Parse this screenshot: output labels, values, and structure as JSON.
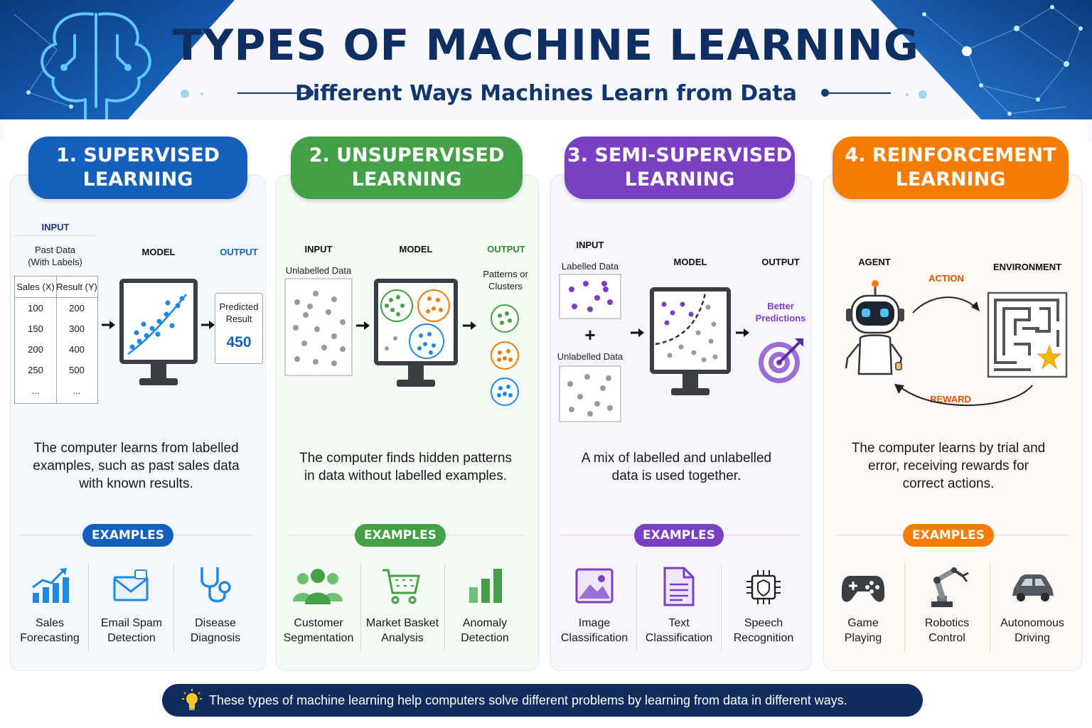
{
  "header": {
    "title": "TYPES OF MACHINE LEARNING",
    "subtitle": "Different Ways Machines Learn from Data"
  },
  "colors": {
    "navy": "#0f2f63",
    "supervised": "#1565c0",
    "unsupervised": "#43a047",
    "semi_supervised": "#7b3fc4",
    "reinforcement": "#f57c00"
  },
  "supervised": {
    "heading_line1": "1. SUPERVISED",
    "heading_line2": "LEARNING",
    "input_label": "INPUT",
    "input_caption_line1": "Past Data",
    "input_caption_line2": "(With Labels)",
    "model_label": "MODEL",
    "output_label": "OUTPUT",
    "table": {
      "headers": [
        "Sales (X)",
        "Result (Y)"
      ],
      "rows": [
        [
          "100",
          "200"
        ],
        [
          "150",
          "300"
        ],
        [
          "200",
          "400"
        ],
        [
          "250",
          "500"
        ],
        [
          "...",
          "..."
        ]
      ]
    },
    "output_caption_line1": "Predicted",
    "output_caption_line2": "Result",
    "output_value": "450",
    "description_line1": "The computer learns from labelled",
    "description_line2": "examples, such as past sales data",
    "description_line3": "with known results.",
    "examples_label": "EXAMPLES",
    "examples": [
      {
        "line1": "Sales",
        "line2": "Forecasting",
        "icon": "growth-chart-icon"
      },
      {
        "line1": "Email Spam",
        "line2": "Detection",
        "icon": "envelope-icon"
      },
      {
        "line1": "Disease",
        "line2": "Diagnosis",
        "icon": "stethoscope-icon"
      }
    ]
  },
  "unsupervised": {
    "heading_line1": "2. UNSUPERVISED",
    "heading_line2": "LEARNING",
    "input_label": "INPUT",
    "input_caption": "Unlabelled Data",
    "model_label": "MODEL",
    "output_label": "OUTPUT",
    "output_caption_line1": "Patterns or",
    "output_caption_line2": "Clusters",
    "description_line1": "The computer finds hidden patterns",
    "description_line2": "in data without labelled examples.",
    "examples_label": "EXAMPLES",
    "examples": [
      {
        "line1": "Customer",
        "line2": "Segmentation",
        "icon": "people-group-icon"
      },
      {
        "line1": "Market Basket",
        "line2": "Analysis",
        "icon": "shopping-cart-icon"
      },
      {
        "line1": "Anomaly",
        "line2": "Detection",
        "icon": "bar-chart-icon"
      }
    ]
  },
  "semi_supervised": {
    "heading_line1": "3. SEMI-SUPERVISED",
    "heading_line2": "LEARNING",
    "input_label": "INPUT",
    "labelled_caption": "Labelled Data",
    "plus": "+",
    "unlabelled_caption": "Unlabelled Data",
    "model_label": "MODEL",
    "output_label": "OUTPUT",
    "output_caption_line1": "Better",
    "output_caption_line2": "Predictions",
    "description_line1": "A mix of labelled and unlabelled",
    "description_line2": "data is used together.",
    "examples_label": "EXAMPLES",
    "examples": [
      {
        "line1": "Image",
        "line2": "Classification",
        "icon": "image-icon"
      },
      {
        "line1": "Text",
        "line2": "Classification",
        "icon": "document-icon"
      },
      {
        "line1": "Speech",
        "line2": "Recognition",
        "icon": "chip-icon"
      }
    ]
  },
  "reinforcement": {
    "heading_line1": "4. REINFORCEMENT",
    "heading_line2": "LEARNING",
    "agent_label": "AGENT",
    "environment_label": "ENVIRONMENT",
    "action_label": "ACTION",
    "reward_label": "REWARD",
    "description_line1": "The computer learns by trial and",
    "description_line2": "error, receiving rewards for",
    "description_line3": "correct actions.",
    "examples_label": "EXAMPLES",
    "examples": [
      {
        "line1": "Game",
        "line2": "Playing",
        "icon": "gamepad-icon"
      },
      {
        "line1": "Robotics",
        "line2": "Control",
        "icon": "robot-arm-icon"
      },
      {
        "line1": "Autonomous",
        "line2": "Driving",
        "icon": "car-icon"
      }
    ]
  },
  "footer": {
    "text": "These types of machine learning help computers solve different problems by learning from data in different ways."
  }
}
